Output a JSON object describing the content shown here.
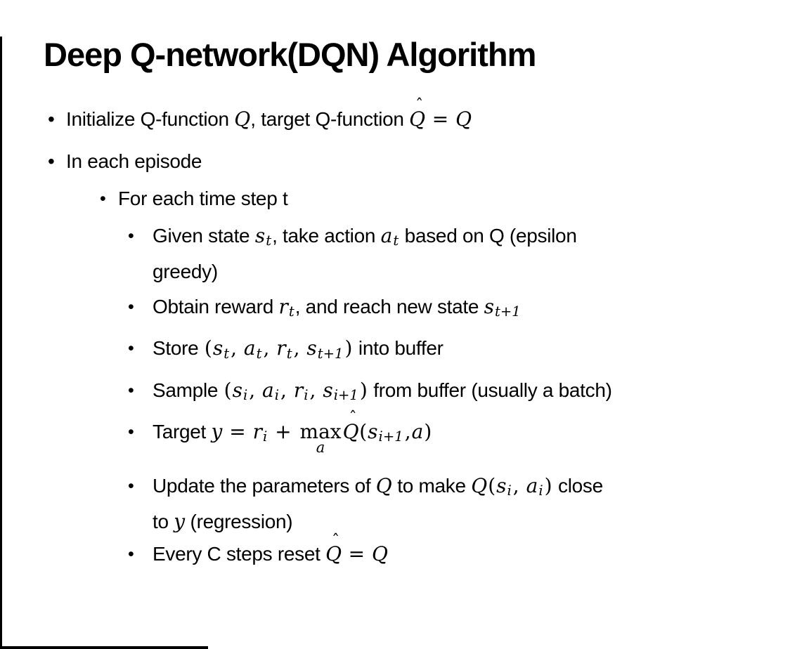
{
  "colors": {
    "background": "#ffffff",
    "text": "#000000",
    "edge_line": "#000000"
  },
  "glyphs": {
    "bullet": "•",
    "hat": "ˆ"
  },
  "slide": {
    "title": "Deep Q-network(DQN) Algorithm",
    "bullets": [
      {
        "level": 1,
        "segments": [
          {
            "s": "t",
            "v": "Initialize Q-function "
          },
          {
            "s": "m",
            "v": "Q"
          },
          {
            "s": "t",
            "v": ", target Q-function "
          },
          {
            "s": "hat",
            "v": "Q"
          },
          {
            "s": "o",
            "v": " = "
          },
          {
            "s": "m",
            "v": "Q"
          }
        ]
      },
      {
        "level": 1,
        "segments": [
          {
            "s": "t",
            "v": "In each episode"
          }
        ]
      },
      {
        "level": 2,
        "segments": [
          {
            "s": "t",
            "v": "For each time step t"
          }
        ]
      },
      {
        "level": 3,
        "segments": [
          {
            "s": "t",
            "v": "Given state "
          },
          {
            "s": "m",
            "v": "s"
          },
          {
            "s": "sub",
            "v": "t"
          },
          {
            "s": "t",
            "v": ", take action "
          },
          {
            "s": "m",
            "v": "a"
          },
          {
            "s": "sub",
            "v": "t"
          },
          {
            "s": "t",
            "v": " based on Q (epsilon"
          },
          {
            "s": "br"
          },
          {
            "s": "t",
            "v": "greedy)"
          }
        ]
      },
      {
        "level": 3,
        "segments": [
          {
            "s": "t",
            "v": "Obtain reward "
          },
          {
            "s": "m",
            "v": "r"
          },
          {
            "s": "sub",
            "v": "t"
          },
          {
            "s": "t",
            "v": ", and reach new state "
          },
          {
            "s": "m",
            "v": "s"
          },
          {
            "s": "sub",
            "v": "t+1"
          }
        ]
      },
      {
        "level": 3,
        "segments": [
          {
            "s": "t",
            "v": "Store "
          },
          {
            "s": "o",
            "v": "("
          },
          {
            "s": "m",
            "v": "s"
          },
          {
            "s": "sub",
            "v": "t"
          },
          {
            "s": "o",
            "v": ", "
          },
          {
            "s": "m",
            "v": "a"
          },
          {
            "s": "sub",
            "v": "t"
          },
          {
            "s": "o",
            "v": ", "
          },
          {
            "s": "m",
            "v": "r"
          },
          {
            "s": "sub",
            "v": "t"
          },
          {
            "s": "o",
            "v": ", "
          },
          {
            "s": "m",
            "v": "s"
          },
          {
            "s": "sub",
            "v": "t+1"
          },
          {
            "s": "o",
            "v": ")"
          },
          {
            "s": "t",
            "v": " into buffer"
          }
        ]
      },
      {
        "level": 3,
        "segments": [
          {
            "s": "t",
            "v": "Sample "
          },
          {
            "s": "o",
            "v": "("
          },
          {
            "s": "m",
            "v": "s"
          },
          {
            "s": "sub",
            "v": "i"
          },
          {
            "s": "o",
            "v": ", "
          },
          {
            "s": "m",
            "v": "a"
          },
          {
            "s": "sub",
            "v": "i"
          },
          {
            "s": "o",
            "v": ", "
          },
          {
            "s": "m",
            "v": "r"
          },
          {
            "s": "sub",
            "v": "i"
          },
          {
            "s": "o",
            "v": ", "
          },
          {
            "s": "m",
            "v": "s"
          },
          {
            "s": "sub",
            "v": "i+1"
          },
          {
            "s": "o",
            "v": ")"
          },
          {
            "s": "t",
            "v": " from buffer (usually a batch)"
          }
        ]
      },
      {
        "level": 3,
        "segments": [
          {
            "s": "t",
            "v": "Target "
          },
          {
            "s": "m",
            "v": "y"
          },
          {
            "s": "o",
            "v": " = "
          },
          {
            "s": "m",
            "v": "r"
          },
          {
            "s": "sub",
            "v": "i"
          },
          {
            "s": "o",
            "v": " + "
          },
          {
            "s": "max",
            "v": "max",
            "u": "a"
          },
          {
            "s": "hat",
            "v": "Q"
          },
          {
            "s": "o",
            "v": "("
          },
          {
            "s": "m",
            "v": "s"
          },
          {
            "s": "sub",
            "v": "i+1"
          },
          {
            "s": "o",
            "v": ","
          },
          {
            "s": "m",
            "v": "a"
          },
          {
            "s": "o",
            "v": ")"
          }
        ]
      },
      {
        "level": 3,
        "segments": [
          {
            "s": "t",
            "v": "Update the parameters of "
          },
          {
            "s": "m",
            "v": "Q"
          },
          {
            "s": "t",
            "v": " to make "
          },
          {
            "s": "m",
            "v": "Q"
          },
          {
            "s": "o",
            "v": "("
          },
          {
            "s": "m",
            "v": "s"
          },
          {
            "s": "sub",
            "v": "i"
          },
          {
            "s": "o",
            "v": ", "
          },
          {
            "s": "m",
            "v": "a"
          },
          {
            "s": "sub",
            "v": "i"
          },
          {
            "s": "o",
            "v": ")"
          },
          {
            "s": "t",
            "v": " close"
          },
          {
            "s": "br"
          },
          {
            "s": "t",
            "v": "to "
          },
          {
            "s": "m",
            "v": "y"
          },
          {
            "s": "t",
            "v": " (regression)"
          }
        ]
      },
      {
        "level": 3,
        "segments": [
          {
            "s": "t",
            "v": "Every C steps reset "
          },
          {
            "s": "hat",
            "v": "Q"
          },
          {
            "s": "o",
            "v": " = "
          },
          {
            "s": "m",
            "v": "Q"
          }
        ]
      }
    ]
  }
}
